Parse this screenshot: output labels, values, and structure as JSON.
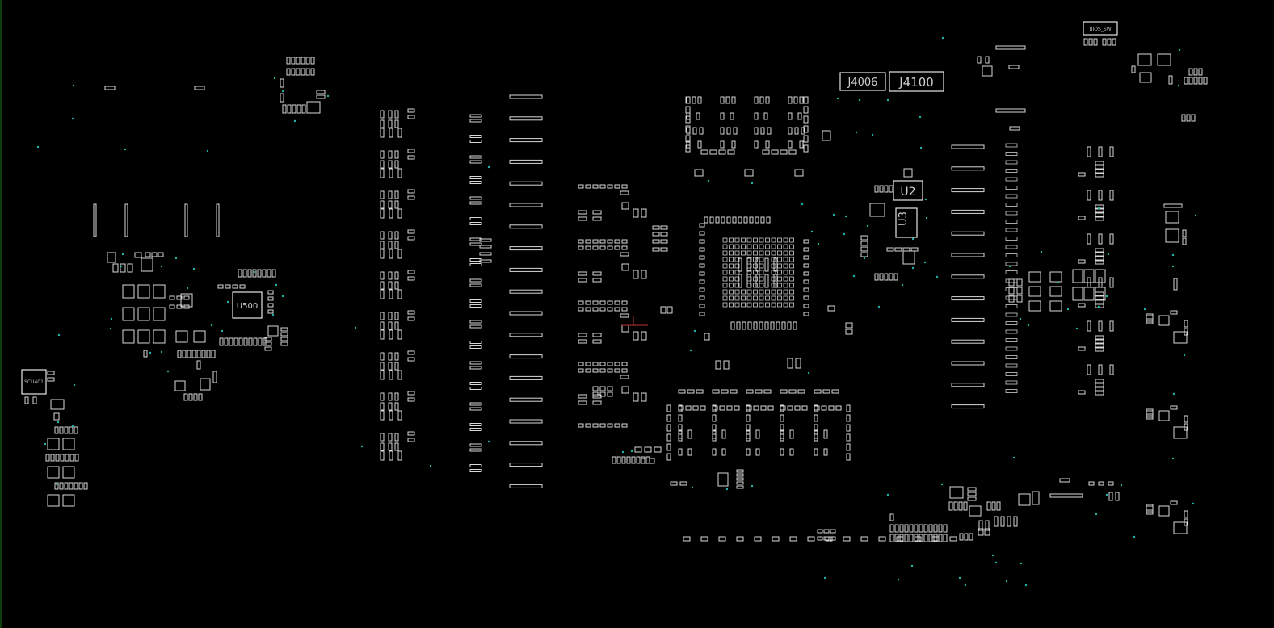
{
  "board": {
    "background": "#000000",
    "silk_color": "#d8d8d8",
    "via_color": "#1fb5a8",
    "outline_color": "#1f7a1f",
    "labels": {
      "j4006": "J4006",
      "j4100": "J4100",
      "u2": "U2",
      "u3": "U3",
      "u500": "U500",
      "bios_sw": "BIOS_SW",
      "u4001": "SCU401"
    }
  }
}
